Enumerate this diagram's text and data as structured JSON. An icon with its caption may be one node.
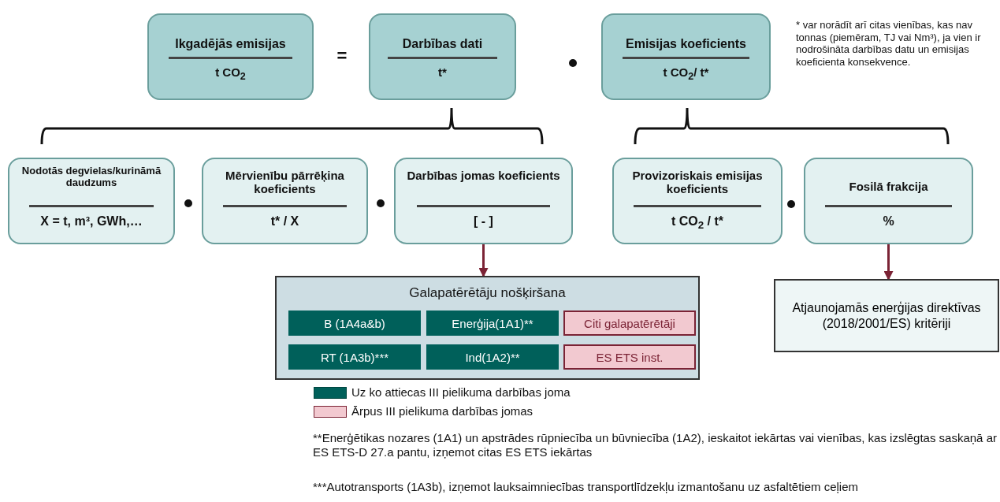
{
  "diagram": {
    "nodes": [
      {
        "text": [
          "Ikgadējās emisijas",
          "t CO$_{2}$"
        ]
      },
      {
        "text": [
          "Darbības dati",
          "t*"
        ]
      },
      {
        "text": [
          "Emisijas koeficients",
          "t CO$_{2}$/ t*"
        ]
      },
      {
        "text": [
          "Nodotās degvielas/kurināmā daudzums",
          "X = t, m³, GWh,…"
        ]
      },
      {
        "text": [
          "Mērvienību pārrēķina koeficients",
          "t* / X"
        ]
      },
      {
        "text": [
          "Darbības jomas koeficients",
          "[ - ]"
        ]
      },
      {
        "text": [
          "Provizoriskais emisijas koeficients",
          "t CO$_{2}$ / t*"
        ]
      },
      {
        "text": [
          "Fosilā frakcija",
          "%"
        ]
      },
      {
        "text": [
          "Galapatērētāju nošķiršana"
        ]
      },
      {
        "text": [
          "B (1A4a&b)"
        ],
        "in": 8
      },
      {
        "text": [
          "Enerģija(1A1)**"
        ],
        "in": 8
      },
      {
        "text": [
          "Citi galapatērētāji"
        ],
        "in": 8
      },
      {
        "text": [
          "RT (1A3b)***"
        ],
        "in": 8
      },
      {
        "text": [
          "Ind(1A2)**"
        ],
        "in": 8
      },
      {
        "text": [
          "ES ETS inst."
        ],
        "in": 8
      },
      {
        "text": [
          "Atjaunojamās enerģijas direktīvas (2018/2001/ES) kritēriji"
        ]
      }
    ],
    "edges": [
      {
        "from": 5,
        "to": 8,
        "arrow": "to"
      },
      {
        "from": 7,
        "to": 15,
        "arrow": "to"
      }
    ],
    "labels": [
      "=",
      "* var norādīt arī citas vienības, kas nav tonnas (piemēram, TJ vai Nm³), ja vien ir nodrošināta darbības datu un emisijas koeficienta konsekvence.",
      "**Enerģētikas nozares (1A1) un apstrādes rūpniecība un būvniecība (1A2), ieskaitot iekārtas vai vienības, kas izslēgtas saskaņā ar ES ETS-D 27.a pantu, izņemot citas ES ETS iekārtas",
      "***Autotransports (1A3b), izņemot lauksaimniecības transportlīdzekļu izmantošanu uz asfaltētiem ceļiem"
    ],
    "legend": [
      {
        "text": "Uz ko attiecas III pielikuma darbības joma",
        "color": "#00605a"
      },
      {
        "text": "Ārpus III pielikuma darbības jomas",
        "color": "#f2c9d0"
      }
    ]
  }
}
